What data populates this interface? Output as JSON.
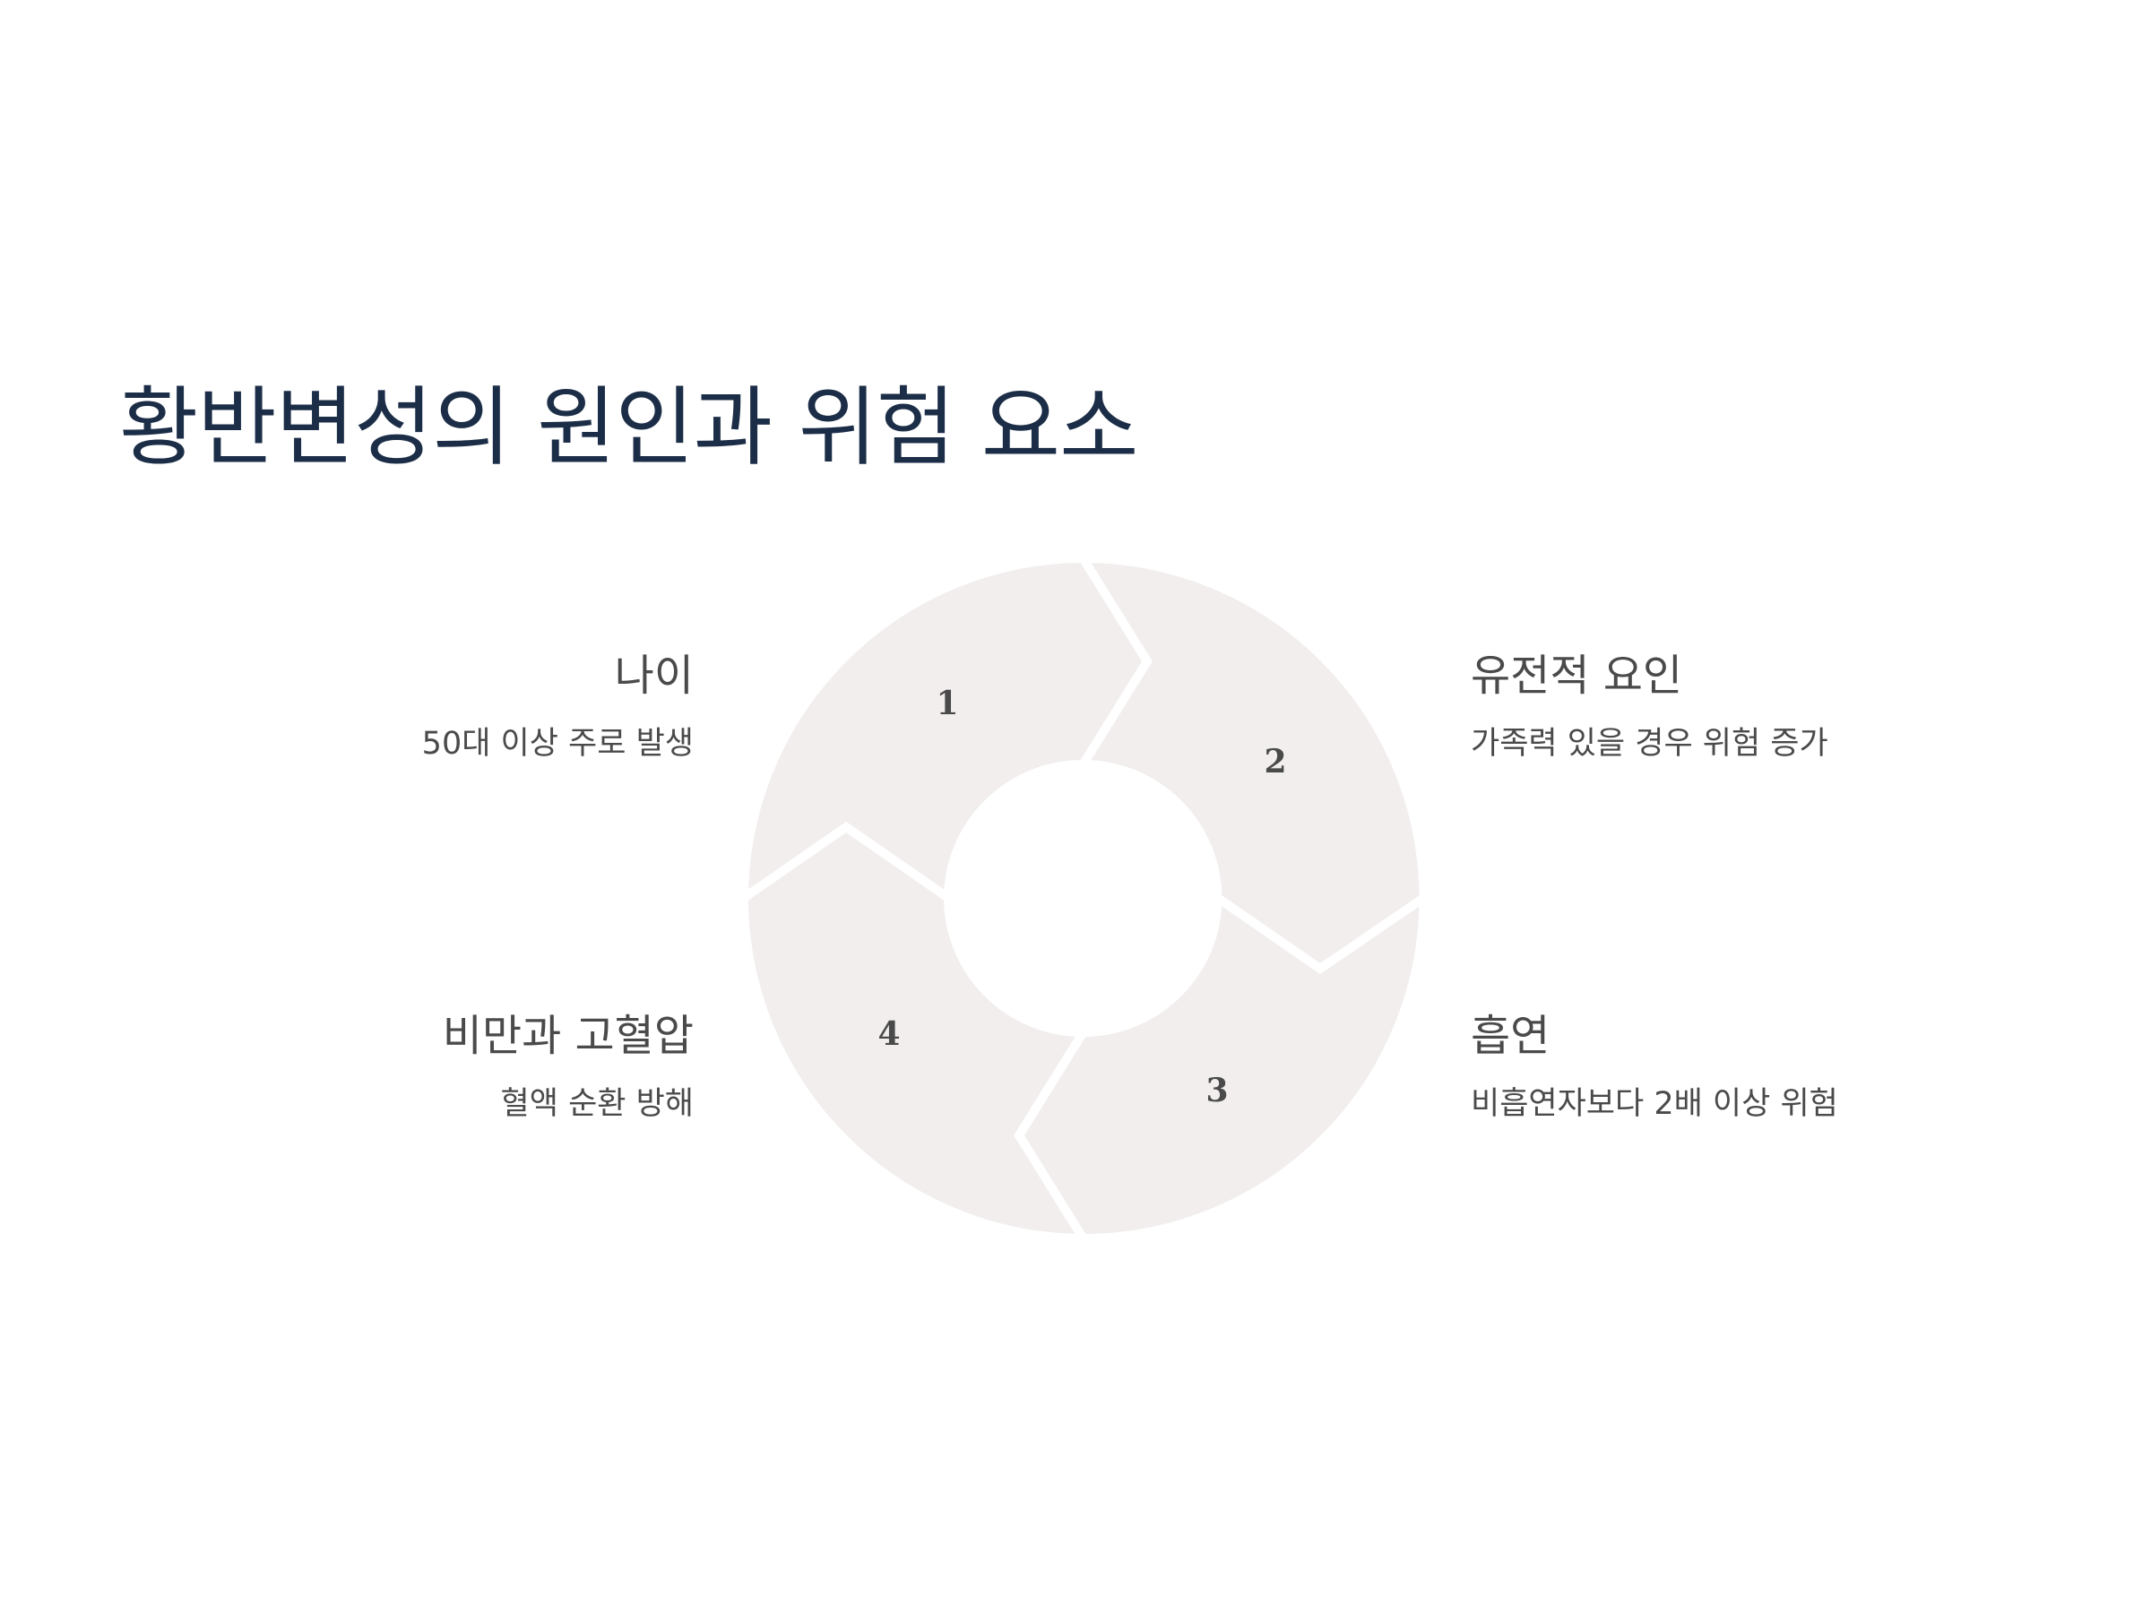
{
  "title": "황반변성의 원인과 위험 요소",
  "colors": {
    "title": "#1c2e47",
    "segment_fill": "#f1eeed",
    "text": "#4a4a4a",
    "background": "#ffffff"
  },
  "cycle": {
    "segments": [
      {
        "number": "1",
        "title": "나이",
        "description": "50대 이상 주로 발생"
      },
      {
        "number": "2",
        "title": "유전적 요인",
        "description": "가족력 있을 경우 위험 증가"
      },
      {
        "number": "3",
        "title": "흡연",
        "description": "비흡연자보다 2배 이상 위험"
      },
      {
        "number": "4",
        "title": "비만과 고혈압",
        "description": "혈액 순환 방해"
      }
    ]
  }
}
